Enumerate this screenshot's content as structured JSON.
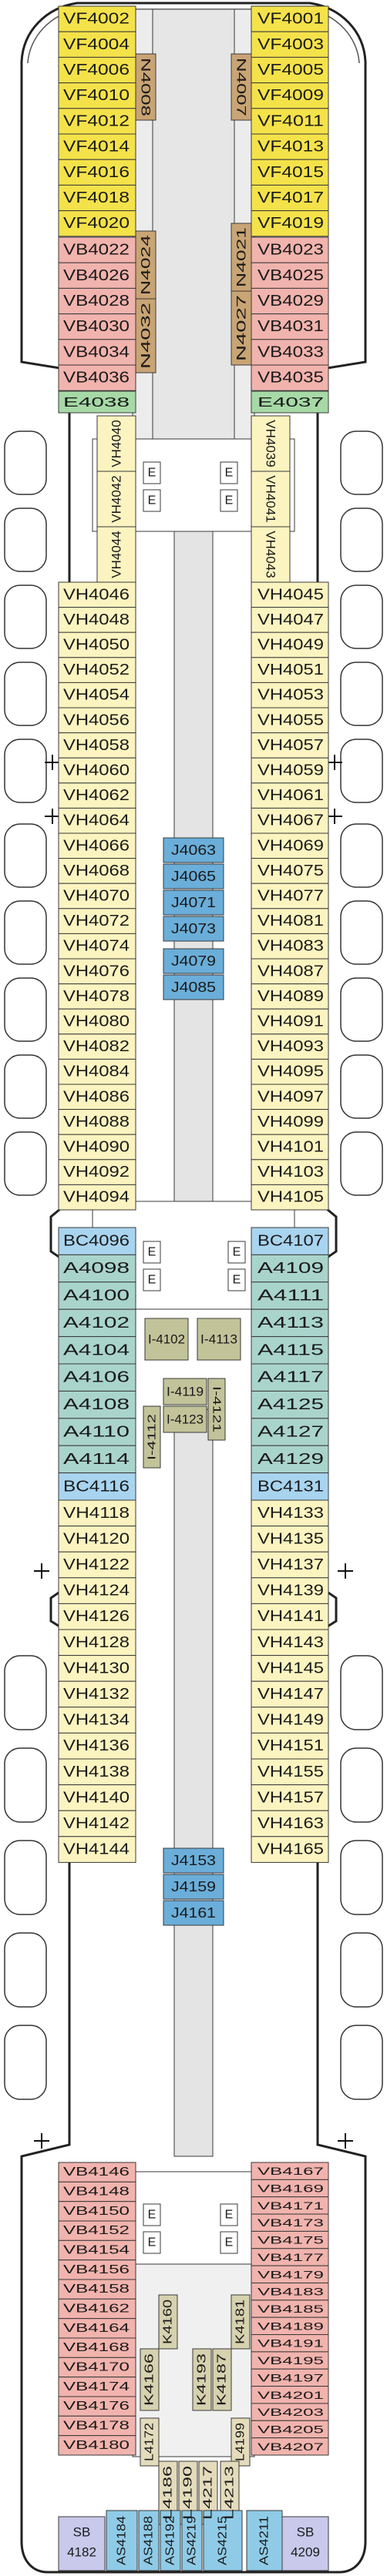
{
  "colors": {
    "VF": "#f4e24a",
    "VB": "#f1b3ad",
    "VH": "#fbf4c0",
    "BC": "#a8d4ef",
    "A": "#a9d4cc",
    "E": "#a6d9a6",
    "SB": "#c8c9eb",
    "AS": "#8fcbe7",
    "J": "#6aaed9",
    "N": "#c9a474",
    "K": "#d6d1ae",
    "I": "#c3c39a",
    "L": "#e3dbbb",
    "corridor": "#ececec",
    "outline": "#3a3a3a"
  },
  "cabins": {
    "left": [
      {
        "label": "VF4002",
        "cat": "VF"
      },
      {
        "label": "VF4004",
        "cat": "VF"
      },
      {
        "label": "VF4006",
        "cat": "VF"
      },
      {
        "label": "VF4010",
        "cat": "VF"
      },
      {
        "label": "VF4012",
        "cat": "VF"
      },
      {
        "label": "VF4014",
        "cat": "VF"
      },
      {
        "label": "VF4016",
        "cat": "VF"
      },
      {
        "label": "VF4018",
        "cat": "VF"
      },
      {
        "label": "VF4020",
        "cat": "VF"
      },
      {
        "label": "VB4022",
        "cat": "VB"
      },
      {
        "label": "VB4026",
        "cat": "VB"
      },
      {
        "label": "VB4028",
        "cat": "VB"
      },
      {
        "label": "VB4030",
        "cat": "VB"
      },
      {
        "label": "VB4034",
        "cat": "VB"
      },
      {
        "label": "VB4036",
        "cat": "VB"
      },
      {
        "label": "E4038",
        "cat": "E"
      },
      {
        "label": "VH4040",
        "cat": "VH"
      },
      {
        "label": "VH4042",
        "cat": "VH"
      },
      {
        "label": "VH4044",
        "cat": "VH"
      },
      {
        "label": "VH4046",
        "cat": "VH"
      },
      {
        "label": "VH4048",
        "cat": "VH"
      },
      {
        "label": "VH4050",
        "cat": "VH"
      },
      {
        "label": "VH4052",
        "cat": "VH"
      },
      {
        "label": "VH4054",
        "cat": "VH"
      },
      {
        "label": "VH4056",
        "cat": "VH"
      },
      {
        "label": "VH4058",
        "cat": "VH"
      },
      {
        "label": "VH4060",
        "cat": "VH"
      },
      {
        "label": "VH4062",
        "cat": "VH"
      },
      {
        "label": "VH4064",
        "cat": "VH"
      },
      {
        "label": "VH4066",
        "cat": "VH"
      },
      {
        "label": "VH4068",
        "cat": "VH"
      },
      {
        "label": "VH4070",
        "cat": "VH"
      },
      {
        "label": "VH4072",
        "cat": "VH"
      },
      {
        "label": "VH4074",
        "cat": "VH"
      },
      {
        "label": "VH4076",
        "cat": "VH"
      },
      {
        "label": "VH4078",
        "cat": "VH"
      },
      {
        "label": "VH4080",
        "cat": "VH"
      },
      {
        "label": "VH4082",
        "cat": "VH"
      },
      {
        "label": "VH4084",
        "cat": "VH"
      },
      {
        "label": "VH4086",
        "cat": "VH"
      },
      {
        "label": "VH4088",
        "cat": "VH"
      },
      {
        "label": "VH4090",
        "cat": "VH"
      },
      {
        "label": "VH4092",
        "cat": "VH"
      },
      {
        "label": "VH4094",
        "cat": "VH"
      },
      {
        "label": "BC4096",
        "cat": "BC"
      },
      {
        "label": "A4098",
        "cat": "A"
      },
      {
        "label": "A4100",
        "cat": "A"
      },
      {
        "label": "A4102",
        "cat": "A"
      },
      {
        "label": "A4104",
        "cat": "A"
      },
      {
        "label": "A4106",
        "cat": "A"
      },
      {
        "label": "A4108",
        "cat": "A"
      },
      {
        "label": "A4110",
        "cat": "A"
      },
      {
        "label": "A4114",
        "cat": "A"
      },
      {
        "label": "BC4116",
        "cat": "BC"
      },
      {
        "label": "VH4118",
        "cat": "VH"
      },
      {
        "label": "VH4120",
        "cat": "VH"
      },
      {
        "label": "VH4122",
        "cat": "VH"
      },
      {
        "label": "VH4124",
        "cat": "VH"
      },
      {
        "label": "VH4126",
        "cat": "VH"
      },
      {
        "label": "VH4128",
        "cat": "VH"
      },
      {
        "label": "VH4130",
        "cat": "VH"
      },
      {
        "label": "VH4132",
        "cat": "VH"
      },
      {
        "label": "VH4134",
        "cat": "VH"
      },
      {
        "label": "VH4136",
        "cat": "VH"
      },
      {
        "label": "VH4138",
        "cat": "VH"
      },
      {
        "label": "VH4140",
        "cat": "VH"
      },
      {
        "label": "VH4142",
        "cat": "VH"
      },
      {
        "label": "VH4144",
        "cat": "VH"
      },
      {
        "label": "VB4146",
        "cat": "VB"
      },
      {
        "label": "VB4148",
        "cat": "VB"
      },
      {
        "label": "VB4150",
        "cat": "VB"
      },
      {
        "label": "VB4152",
        "cat": "VB"
      },
      {
        "label": "VB4154",
        "cat": "VB"
      },
      {
        "label": "VB4156",
        "cat": "VB"
      },
      {
        "label": "VB4158",
        "cat": "VB"
      },
      {
        "label": "VB4162",
        "cat": "VB"
      },
      {
        "label": "VB4164",
        "cat": "VB"
      },
      {
        "label": "VB4168",
        "cat": "VB"
      },
      {
        "label": "VB4170",
        "cat": "VB"
      },
      {
        "label": "VB4174",
        "cat": "VB"
      },
      {
        "label": "VB4176",
        "cat": "VB"
      },
      {
        "label": "VB4178",
        "cat": "VB"
      },
      {
        "label": "VB4180",
        "cat": "VB"
      }
    ],
    "right": [
      {
        "label": "VF4001",
        "cat": "VF"
      },
      {
        "label": "VF4003",
        "cat": "VF"
      },
      {
        "label": "VF4005",
        "cat": "VF"
      },
      {
        "label": "VF4009",
        "cat": "VF"
      },
      {
        "label": "VF4011",
        "cat": "VF"
      },
      {
        "label": "VF4013",
        "cat": "VF"
      },
      {
        "label": "VF4015",
        "cat": "VF"
      },
      {
        "label": "VF4017",
        "cat": "VF"
      },
      {
        "label": "VF4019",
        "cat": "VF"
      },
      {
        "label": "VB4023",
        "cat": "VB"
      },
      {
        "label": "VB4025",
        "cat": "VB"
      },
      {
        "label": "VB4029",
        "cat": "VB"
      },
      {
        "label": "VB4031",
        "cat": "VB"
      },
      {
        "label": "VB4033",
        "cat": "VB"
      },
      {
        "label": "VB4035",
        "cat": "VB"
      },
      {
        "label": "E4037",
        "cat": "E"
      },
      {
        "label": "VH4039",
        "cat": "VH"
      },
      {
        "label": "VH4041",
        "cat": "VH"
      },
      {
        "label": "VH4043",
        "cat": "VH"
      },
      {
        "label": "VH4045",
        "cat": "VH"
      },
      {
        "label": "VH4047",
        "cat": "VH"
      },
      {
        "label": "VH4049",
        "cat": "VH"
      },
      {
        "label": "VH4051",
        "cat": "VH"
      },
      {
        "label": "VH4053",
        "cat": "VH"
      },
      {
        "label": "VH4055",
        "cat": "VH"
      },
      {
        "label": "VH4057",
        "cat": "VH"
      },
      {
        "label": "VH4059",
        "cat": "VH"
      },
      {
        "label": "VH4061",
        "cat": "VH"
      },
      {
        "label": "VH4067",
        "cat": "VH"
      },
      {
        "label": "VH4069",
        "cat": "VH"
      },
      {
        "label": "VH4075",
        "cat": "VH"
      },
      {
        "label": "VH4077",
        "cat": "VH"
      },
      {
        "label": "VH4081",
        "cat": "VH"
      },
      {
        "label": "VH4083",
        "cat": "VH"
      },
      {
        "label": "VH4087",
        "cat": "VH"
      },
      {
        "label": "VH4089",
        "cat": "VH"
      },
      {
        "label": "VH4091",
        "cat": "VH"
      },
      {
        "label": "VH4093",
        "cat": "VH"
      },
      {
        "label": "VH4095",
        "cat": "VH"
      },
      {
        "label": "VH4097",
        "cat": "VH"
      },
      {
        "label": "VH4099",
        "cat": "VH"
      },
      {
        "label": "VH4101",
        "cat": "VH"
      },
      {
        "label": "VH4103",
        "cat": "VH"
      },
      {
        "label": "VH4105",
        "cat": "VH"
      },
      {
        "label": "BC4107",
        "cat": "BC"
      },
      {
        "label": "A4109",
        "cat": "A"
      },
      {
        "label": "A4111",
        "cat": "A"
      },
      {
        "label": "A4113",
        "cat": "A"
      },
      {
        "label": "A4115",
        "cat": "A"
      },
      {
        "label": "A4117",
        "cat": "A"
      },
      {
        "label": "A4125",
        "cat": "A"
      },
      {
        "label": "A4127",
        "cat": "A"
      },
      {
        "label": "A4129",
        "cat": "A"
      },
      {
        "label": "BC4131",
        "cat": "BC"
      },
      {
        "label": "VH4133",
        "cat": "VH"
      },
      {
        "label": "VH4135",
        "cat": "VH"
      },
      {
        "label": "VH4137",
        "cat": "VH"
      },
      {
        "label": "VH4139",
        "cat": "VH"
      },
      {
        "label": "VH4141",
        "cat": "VH"
      },
      {
        "label": "VH4143",
        "cat": "VH"
      },
      {
        "label": "VH4145",
        "cat": "VH"
      },
      {
        "label": "VH4147",
        "cat": "VH"
      },
      {
        "label": "VH4149",
        "cat": "VH"
      },
      {
        "label": "VH4151",
        "cat": "VH"
      },
      {
        "label": "VH4155",
        "cat": "VH"
      },
      {
        "label": "VH4157",
        "cat": "VH"
      },
      {
        "label": "VH4163",
        "cat": "VH"
      },
      {
        "label": "VH4165",
        "cat": "VH"
      },
      {
        "label": "VB4167",
        "cat": "VB"
      },
      {
        "label": "VB4169",
        "cat": "VB"
      },
      {
        "label": "VB4171",
        "cat": "VB"
      },
      {
        "label": "VB4173",
        "cat": "VB"
      },
      {
        "label": "VB4175",
        "cat": "VB"
      },
      {
        "label": "VB4177",
        "cat": "VB"
      },
      {
        "label": "VB4179",
        "cat": "VB"
      },
      {
        "label": "VB4183",
        "cat": "VB"
      },
      {
        "label": "VB4185",
        "cat": "VB"
      },
      {
        "label": "VB4189",
        "cat": "VB"
      },
      {
        "label": "VB4191",
        "cat": "VB"
      },
      {
        "label": "VB4195",
        "cat": "VB"
      },
      {
        "label": "VB4197",
        "cat": "VB"
      },
      {
        "label": "VB4201",
        "cat": "VB"
      },
      {
        "label": "VB4203",
        "cat": "VB"
      },
      {
        "label": "VB4205",
        "cat": "VB"
      },
      {
        "label": "VB4207",
        "cat": "VB"
      }
    ],
    "center_top": [
      {
        "label": "N4008",
        "cat": "N"
      },
      {
        "label": "N4007",
        "cat": "N"
      },
      {
        "label": "N4024",
        "cat": "N"
      },
      {
        "label": "N4032",
        "cat": "N"
      },
      {
        "label": "N4021",
        "cat": "N"
      },
      {
        "label": "N4027",
        "cat": "N"
      }
    ],
    "center_j": [
      "J4063",
      "J4065",
      "J4071",
      "J4073",
      "J4079",
      "J4085",
      "J4153",
      "J4159",
      "J4161"
    ],
    "center_i": [
      "I-4102",
      "I-4113",
      "I-4119",
      "I-4121",
      "I-4112",
      "I-4123"
    ],
    "center_aft": [
      "K4160",
      "K4166",
      "K4193",
      "K4187",
      "K4181",
      "L4172",
      "L4199",
      "L4186",
      "L4190",
      "L4217",
      "L4213"
    ],
    "bottom_row": [
      "AS4184",
      "AS4188",
      "AS4192",
      "AS4219",
      "AS4215",
      "AS4211"
    ],
    "suites": [
      {
        "sb": "SB",
        "num": "4182"
      },
      {
        "sb": "SB",
        "num": "4209"
      }
    ],
    "elevator_label": "E"
  }
}
